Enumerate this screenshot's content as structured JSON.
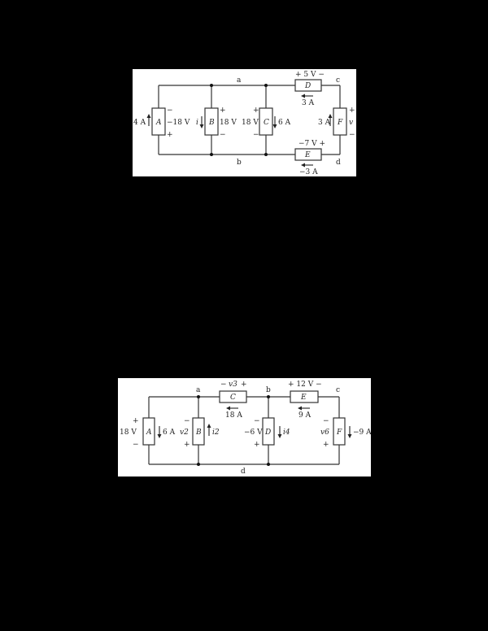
{
  "circuit1": {
    "nodes": {
      "a": "a",
      "b": "b",
      "c": "c",
      "d": "d"
    },
    "components": {
      "A": {
        "label": "A",
        "current": "4 A",
        "voltage": "−18 V",
        "v_top": "−",
        "v_bot": "+"
      },
      "B": {
        "label": "B",
        "current": "i",
        "voltage": "18 V",
        "v_top": "+",
        "v_bot": "−"
      },
      "C": {
        "label": "C",
        "current": "6 A",
        "voltage": "18 V",
        "v_top": "+",
        "v_bot": "−"
      },
      "D": {
        "label": "D",
        "current": "3 A",
        "voltage": "+ 5 V −"
      },
      "E": {
        "label": "E",
        "current": "−3 A",
        "voltage": "−7 V +"
      },
      "F": {
        "label": "F",
        "current": "3 A",
        "voltage": "v",
        "v_top": "+",
        "v_bot": "−"
      }
    }
  },
  "circuit2": {
    "nodes": {
      "a": "a",
      "b": "b",
      "c": "c",
      "d": "d"
    },
    "components": {
      "A": {
        "label": "A",
        "current": "6 A",
        "voltage": "18 V",
        "v_top": "+",
        "v_bot": "−"
      },
      "B": {
        "label": "B",
        "current": "i2",
        "voltage": "v2",
        "v_top": "−",
        "v_bot": "+"
      },
      "C": {
        "label": "C",
        "current": "18 A",
        "voltage_minus": "−",
        "voltage": "v3",
        "voltage_plus": "+"
      },
      "D": {
        "label": "D",
        "current": "i4",
        "voltage": "−6 V",
        "v_top": "−",
        "v_bot": "+"
      },
      "E": {
        "label": "E",
        "current": "9 A",
        "voltage": "+ 12 V −"
      },
      "F": {
        "label": "F",
        "current": "−9 A",
        "voltage": "v6",
        "v_top": "−",
        "v_bot": "+"
      }
    }
  }
}
